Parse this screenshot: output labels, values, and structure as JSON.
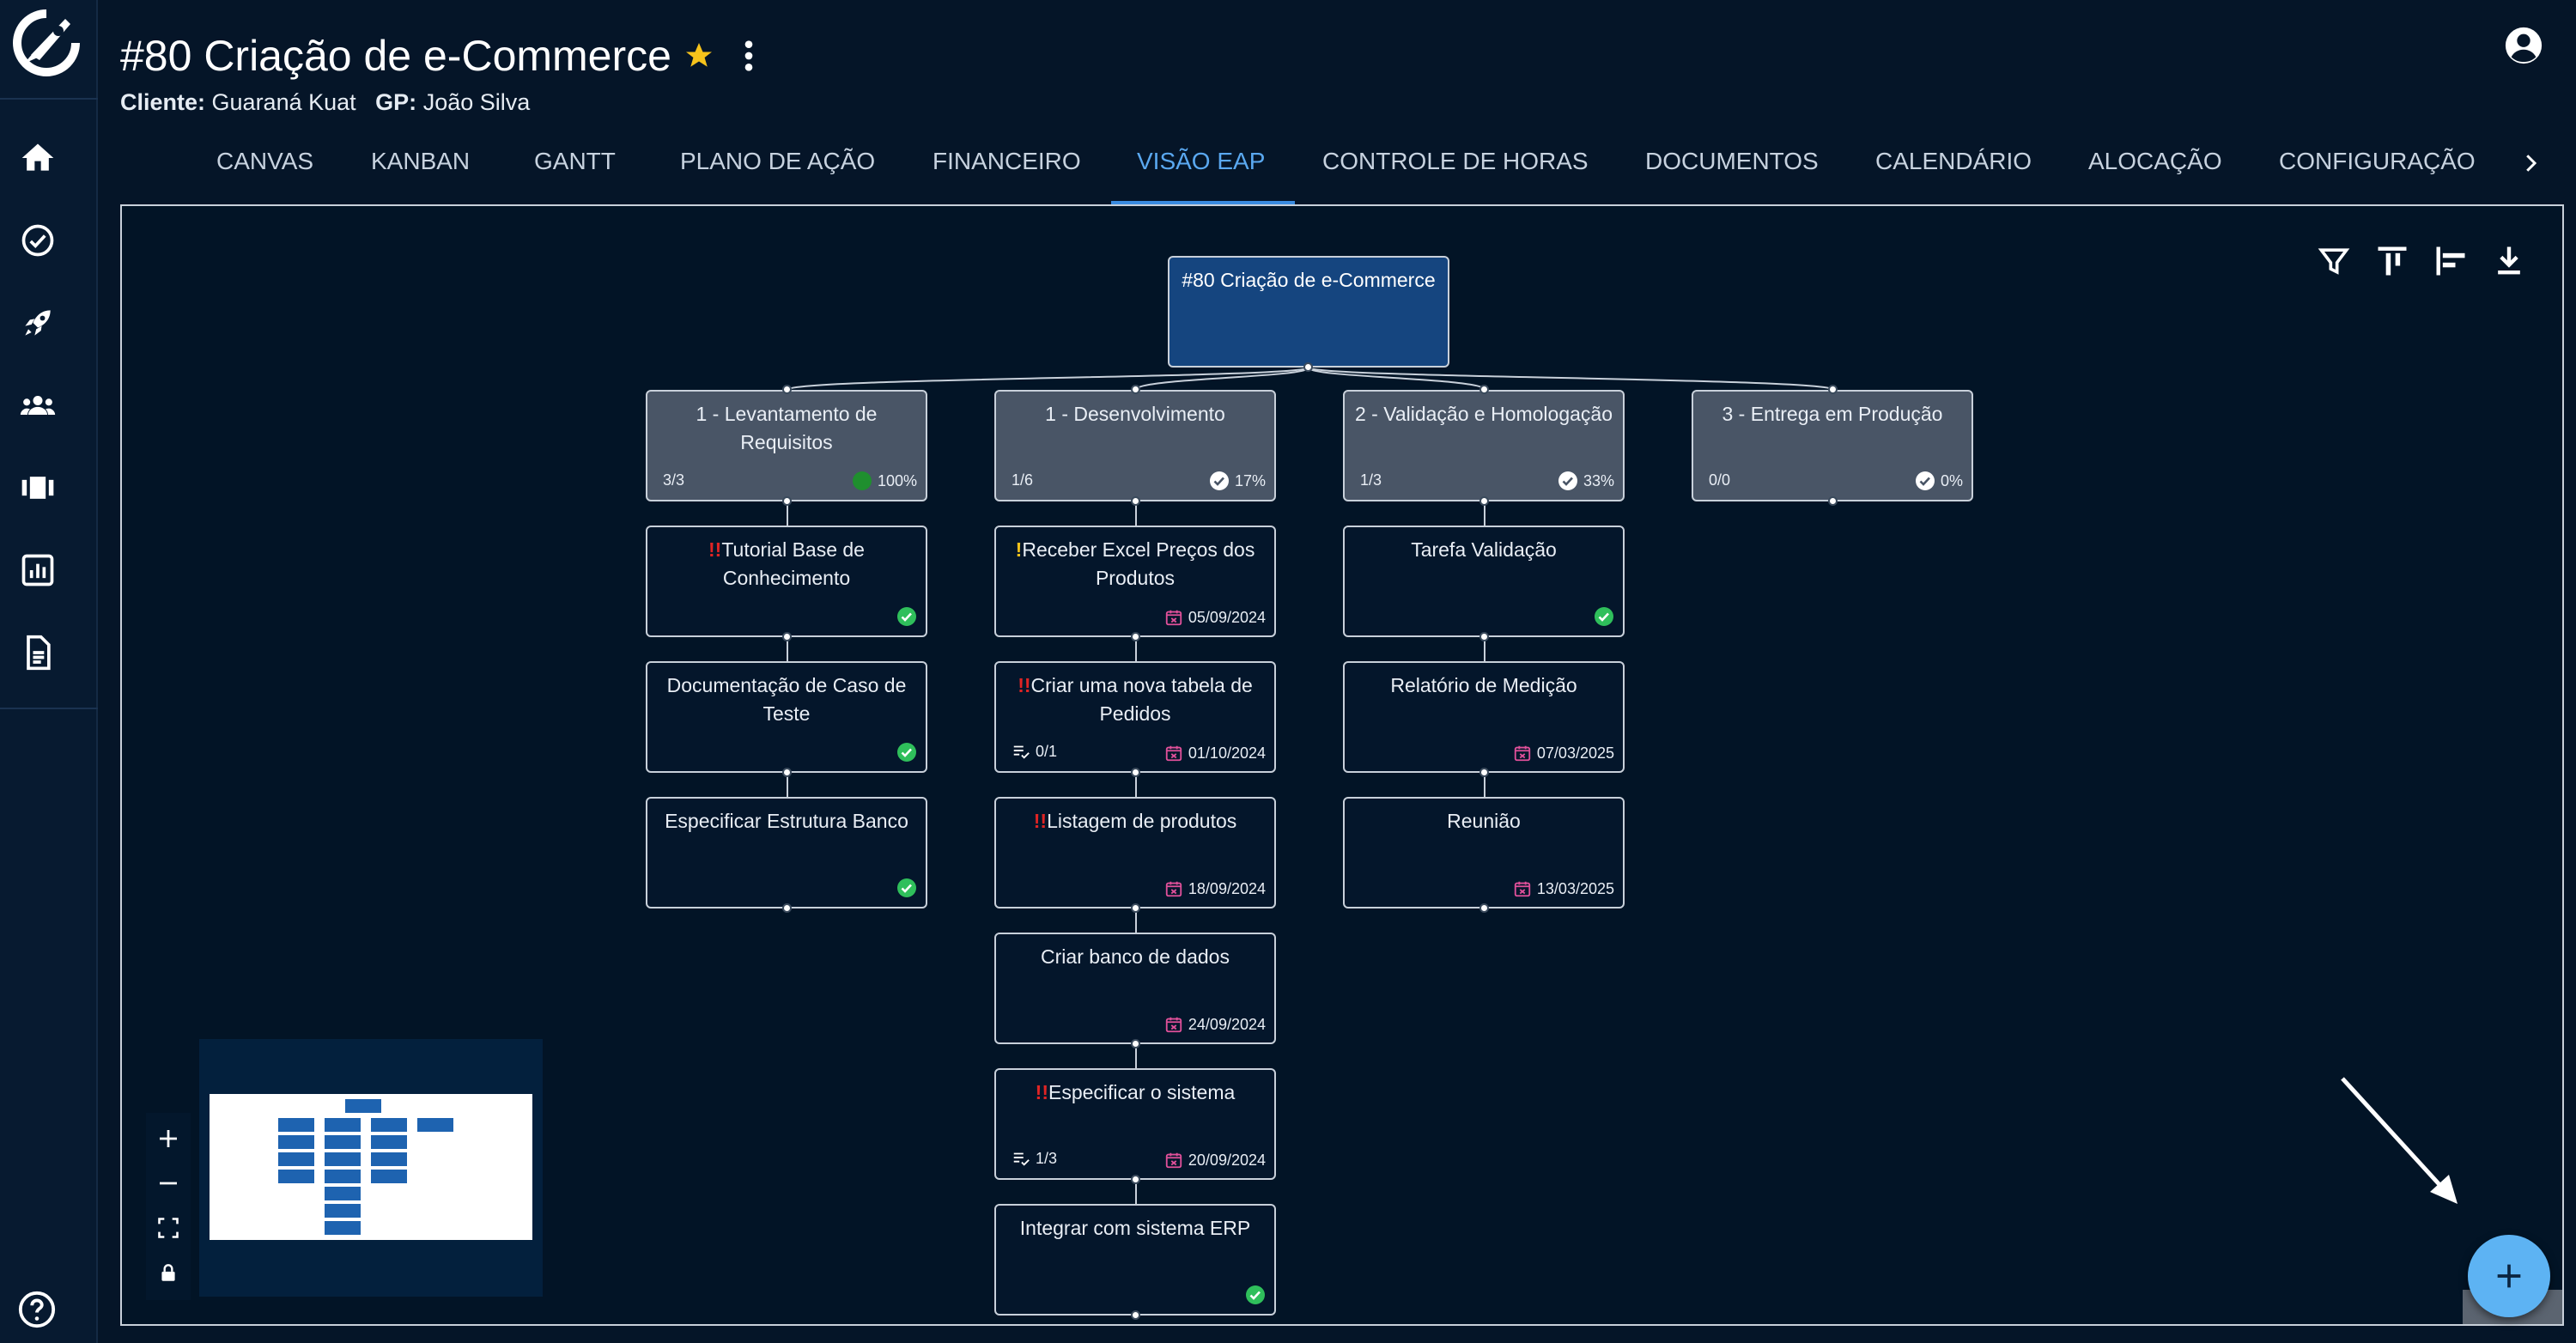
{
  "project": {
    "title": "#80 Criação de e-Commerce",
    "client_label": "Cliente:",
    "client_value": "Guaraná Kuat",
    "gp_label": "GP:",
    "gp_value": "João Silva"
  },
  "tabs": [
    {
      "label": "CANVAS"
    },
    {
      "label": "KANBAN"
    },
    {
      "label": "GANTT"
    },
    {
      "label": "PLANO DE AÇÃO"
    },
    {
      "label": "FINANCEIRO"
    },
    {
      "label": "VISÃO EAP",
      "active": true
    },
    {
      "label": "CONTROLE DE HORAS"
    },
    {
      "label": "DOCUMENTOS"
    },
    {
      "label": "CALENDÁRIO"
    },
    {
      "label": "ALOCAÇÃO"
    },
    {
      "label": "CONFIGURAÇÃO"
    }
  ],
  "sidebar": {
    "icons": [
      "home-icon",
      "check-circle-icon",
      "rocket-icon",
      "team-icon",
      "carousel-icon",
      "chart-icon",
      "document-icon"
    ],
    "help_icon": "help-icon"
  },
  "toolbar": {
    "icons": [
      "filter-icon",
      "align-top-icon",
      "align-left-icon",
      "download-icon"
    ]
  },
  "colors": {
    "background": "#051528",
    "root_node": "#15457f",
    "group_node": "#495566",
    "active_tab": "#5aa8f0",
    "fab": "#5db3f3",
    "priority_red": "#e02424",
    "priority_yellow": "#f2c21b",
    "done_green": "#2fbf5b",
    "date_pink": "#e0509a"
  },
  "eap": {
    "root": {
      "label": "#80 Criação de e-Commerce"
    },
    "columns": [
      {
        "group": {
          "label": "1 - Levantamento de Requisitos",
          "count": "3/3",
          "percent": "100%",
          "complete": true
        },
        "tasks": [
          {
            "priority": "!!",
            "label": "Tutorial Base de Conhecimento",
            "done": true
          },
          {
            "label": "Documentação de Caso de Teste",
            "done": true
          },
          {
            "label": "Especificar Estrutura Banco",
            "done": true
          }
        ]
      },
      {
        "group": {
          "label": "1 - Desenvolvimento",
          "count": "1/6",
          "percent": "17%"
        },
        "tasks": [
          {
            "priority": "!",
            "label": "Receber Excel Preços dos Produtos",
            "date": "05/09/2024"
          },
          {
            "priority": "!!",
            "label": "Criar uma nova tabela de Pedidos",
            "checklist": "0/1",
            "date": "01/10/2024"
          },
          {
            "priority": "!!",
            "label": "Listagem de produtos",
            "date": "18/09/2024"
          },
          {
            "label": "Criar banco de dados",
            "date": "24/09/2024"
          },
          {
            "priority": "!!",
            "label": "Especificar o sistema",
            "checklist": "1/3",
            "date": "20/09/2024"
          },
          {
            "label": "Integrar com sistema ERP",
            "done": true
          }
        ]
      },
      {
        "group": {
          "label": "2 - Validação e Homologação",
          "count": "1/3",
          "percent": "33%"
        },
        "tasks": [
          {
            "label": "Tarefa Validação",
            "done": true
          },
          {
            "label": "Relatório de Medição",
            "date": "07/03/2025"
          },
          {
            "label": "Reunião",
            "date": "13/03/2025"
          }
        ]
      },
      {
        "group": {
          "label": "3 - Entrega em Produção",
          "count": "0/0",
          "percent": "0%"
        },
        "tasks": []
      }
    ]
  }
}
